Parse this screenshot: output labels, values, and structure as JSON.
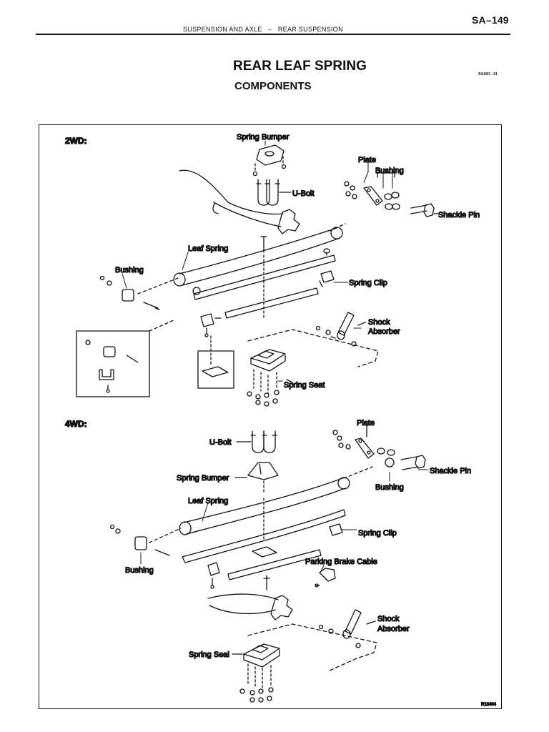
{
  "header": {
    "page_number": "SA–149",
    "running_header": "SUSPENSION AND AXLE   –   REAR SUSPENSION"
  },
  "title": "REAR LEAF SPRING",
  "subtitle": "COMPONENTS",
  "doc_code": "SA1W1 –01",
  "figure": {
    "figure_code": "R13404",
    "section_2wd": {
      "heading": "2WD:",
      "labels": {
        "spring_bumper": "Spring Bumper",
        "plate": "Plate",
        "bushing_rear": "Bushing",
        "u_bolt": "U-Bolt",
        "shackle_pin": "Shackle Pin",
        "leaf_spring": "Leaf Spring",
        "bushing_front": "Bushing",
        "spring_clip": "Spring Clip",
        "shock": "Shock",
        "absorber": "Absorber",
        "spring_seat": "Spring Seat"
      }
    },
    "section_4wd": {
      "heading": "4WD:",
      "labels": {
        "plate": "Plate",
        "u_bolt": "U-Bolt",
        "shackle_pin": "Shackle Pin",
        "spring_bumper": "Spring Bumper",
        "bushing_rear": "Bushing",
        "leaf_spring": "Leaf Spring",
        "spring_clip": "Spring Clip",
        "bushing_front": "Bushing",
        "parking_brake_cable": "Parking Brake Cable",
        "shock": "Shock",
        "absorber": "Absorber",
        "spring_seal": "Spring Seal"
      }
    }
  }
}
